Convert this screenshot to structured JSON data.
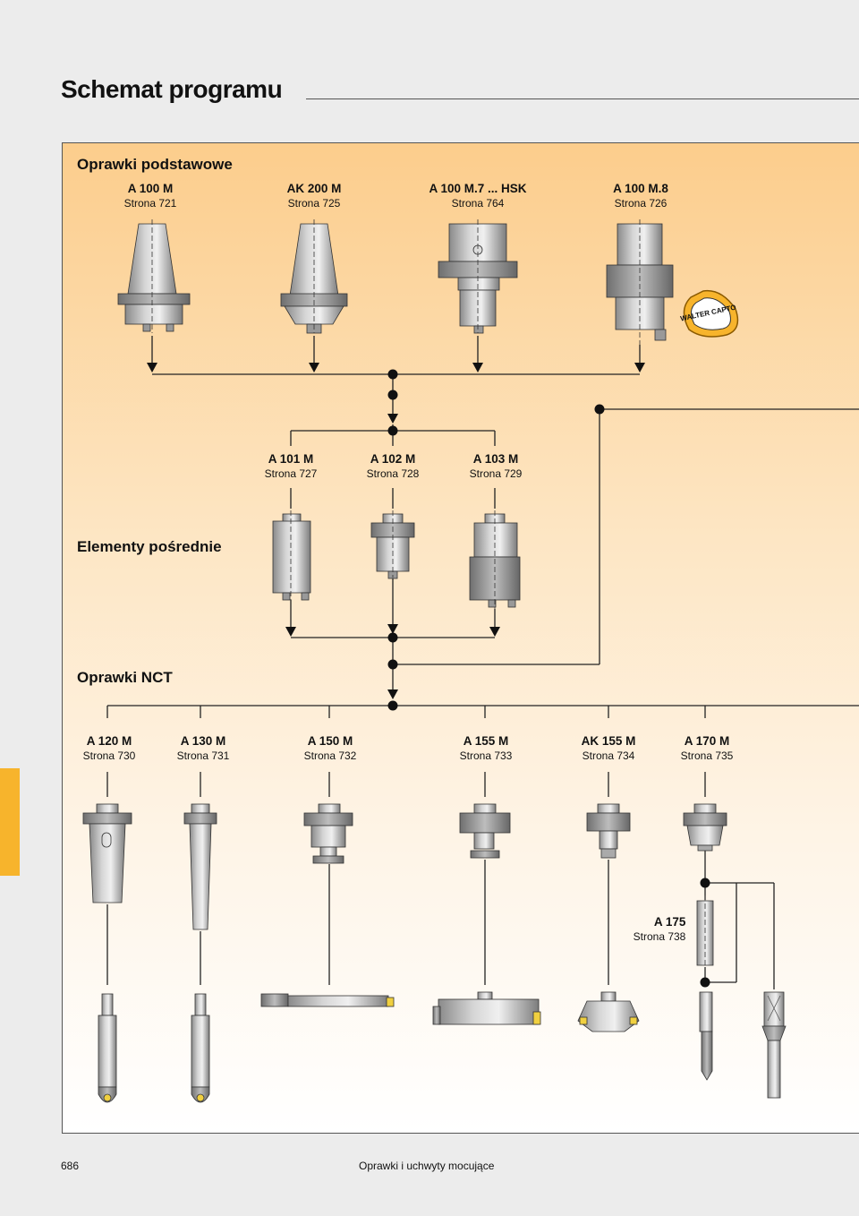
{
  "page_title": "Schemat programu",
  "sections": {
    "basic": "Oprawki podstawowe",
    "intermediate": "Elementy pośrednie",
    "nct": "Oprawki NCT"
  },
  "basic_holders": [
    {
      "name": "A 100 M",
      "page": "Strona 721"
    },
    {
      "name": "AK 200 M",
      "page": "Strona 725"
    },
    {
      "name": "A 100 M.7 ... HSK",
      "page": "Strona 764"
    },
    {
      "name": "A 100 M.8",
      "page": "Strona 726"
    }
  ],
  "logo_text": "WALTER CAPTO",
  "intermediate_elements": [
    {
      "name": "A 101 M",
      "page": "Strona 727"
    },
    {
      "name": "A 102 M",
      "page": "Strona 728"
    },
    {
      "name": "A 103 M",
      "page": "Strona 729"
    }
  ],
  "nct_holders": [
    {
      "name": "A 120 M",
      "page": "Strona 730"
    },
    {
      "name": "A 130 M",
      "page": "Strona 731"
    },
    {
      "name": "A 150 M",
      "page": "Strona 732"
    },
    {
      "name": "A 155 M",
      "page": "Strona 733"
    },
    {
      "name": "AK 155 M",
      "page": "Strona 734"
    },
    {
      "name": "A 170 M",
      "page": "Strona 735"
    }
  ],
  "extension": {
    "name": "A 175",
    "page": "Strona 738"
  },
  "footer": {
    "page_number": "686",
    "title": "Oprawki i uchwyty mocujące"
  },
  "colors": {
    "accent": "#f7b42c",
    "panel_top": "#fccd8c",
    "metal": "#b8b8b8"
  }
}
